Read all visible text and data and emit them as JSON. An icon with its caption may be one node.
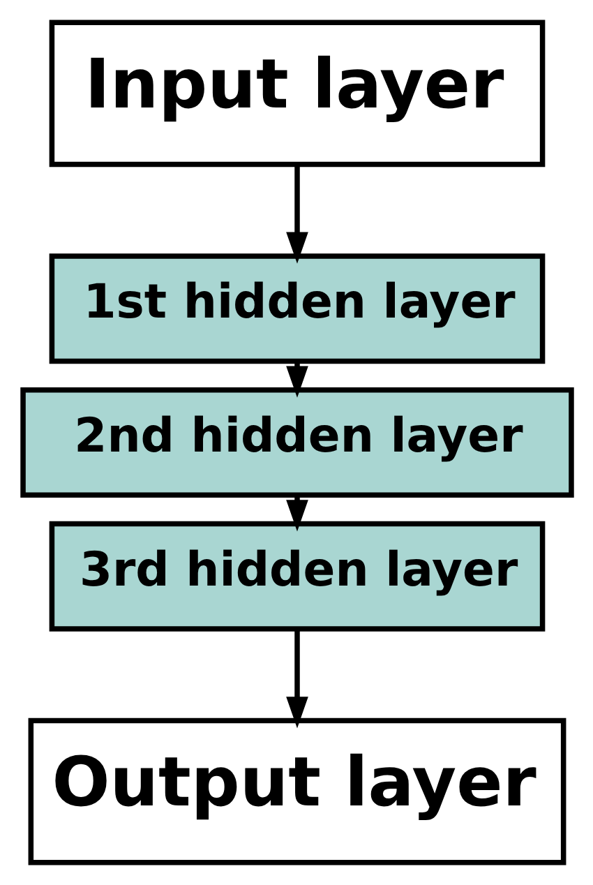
{
  "diagram": {
    "nodes": [
      {
        "text": [
          "Input layer"
        ]
      },
      {
        "text": [
          "1st hidden layer"
        ]
      },
      {
        "text": [
          "2nd hidden layer"
        ]
      },
      {
        "text": [
          "3rd hidden layer"
        ]
      },
      {
        "text": [
          "Output layer"
        ]
      }
    ],
    "edges": [
      {
        "from": 0,
        "to": 1,
        "arrow": "to"
      },
      {
        "from": 1,
        "to": 2,
        "arrow": "to"
      },
      {
        "from": 2,
        "to": 3,
        "arrow": "to"
      },
      {
        "from": 3,
        "to": 4,
        "arrow": "to"
      }
    ]
  }
}
